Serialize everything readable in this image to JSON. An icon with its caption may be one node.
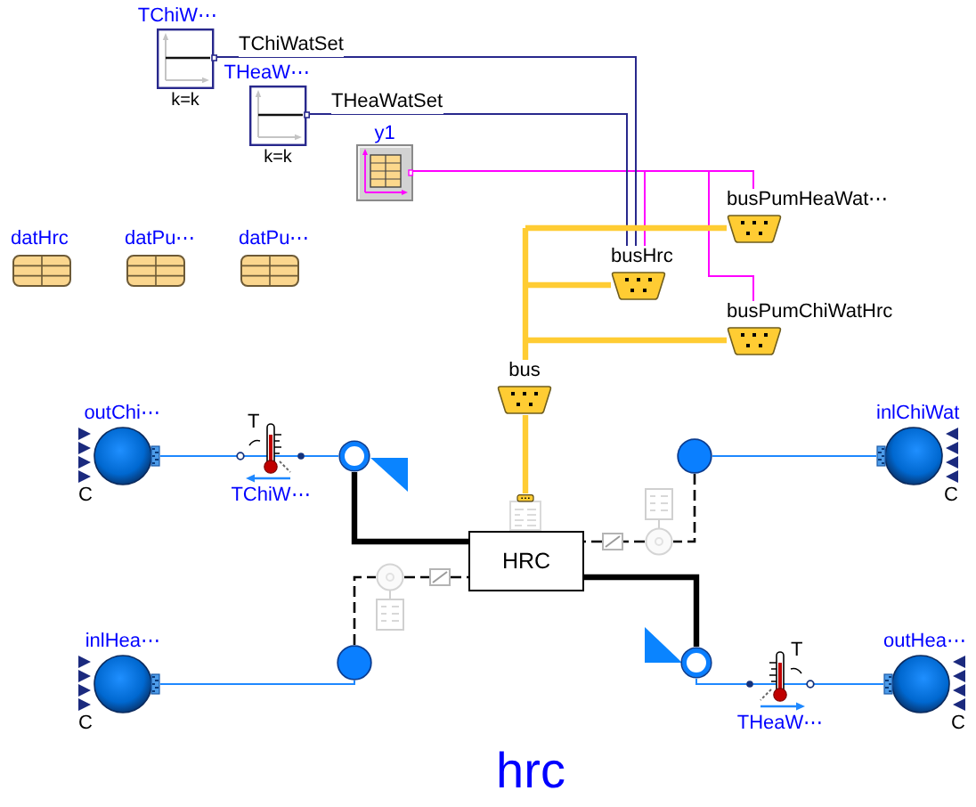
{
  "diagram": {
    "caption": "hrc",
    "nodes": [
      {
        "text": [
          "TChiW⋯",
          "k=k"
        ]
      },
      {
        "text": [
          "THeaW⋯",
          "k=k"
        ]
      },
      {
        "text": [
          "y1"
        ]
      },
      {
        "text": [
          "datHrc"
        ]
      },
      {
        "text": [
          "datPu⋯"
        ]
      },
      {
        "text": [
          "datPu⋯"
        ]
      },
      {
        "text": [
          "busPumHeaWat⋯"
        ]
      },
      {
        "text": [
          "busHrc"
        ]
      },
      {
        "text": [
          "busPumChiWatHrc"
        ]
      },
      {
        "text": [
          "bus"
        ]
      },
      {
        "text": [
          "outChi⋯",
          "C"
        ]
      },
      {
        "text": [
          "T",
          "TChiW⋯"
        ]
      },
      {
        "text": [],
        "shape": "circle"
      },
      {
        "text": [],
        "shape": "circle"
      },
      {
        "text": [
          "inlChiWat",
          "C"
        ]
      },
      {
        "text": [],
        "shape": "picture"
      },
      {
        "text": [
          "HRC"
        ]
      },
      {
        "text": [],
        "shape": "picture"
      },
      {
        "text": [],
        "shape": "picture"
      },
      {
        "text": [],
        "shape": "picture"
      },
      {
        "text": [],
        "shape": "picture"
      },
      {
        "text": [
          "inlHea⋯",
          "C"
        ]
      },
      {
        "text": [],
        "shape": "circle"
      },
      {
        "text": [],
        "shape": "circle"
      },
      {
        "text": [
          "T",
          "THeaW⋯"
        ]
      },
      {
        "text": [
          "outHea⋯",
          "C"
        ]
      }
    ],
    "edges": [
      {
        "from": 0,
        "to": 7,
        "arrow": "none",
        "label": "TChiWatSet",
        "color": "#28288c"
      },
      {
        "from": 1,
        "to": 7,
        "arrow": "none",
        "label": "THeaWatSet",
        "color": "#28288c"
      },
      {
        "from": 2,
        "to": 7,
        "arrow": "none",
        "color": "#ff00ff"
      },
      {
        "from": 2,
        "to": 6,
        "arrow": "none",
        "color": "#ff00ff"
      },
      {
        "from": 2,
        "to": 8,
        "arrow": "none",
        "color": "#ff00ff"
      },
      {
        "from": 9,
        "to": 6,
        "arrow": "none",
        "style": "thick",
        "color": "#ffcc33"
      },
      {
        "from": 9,
        "to": 7,
        "arrow": "none",
        "style": "thick",
        "color": "#ffcc33"
      },
      {
        "from": 9,
        "to": 8,
        "arrow": "none",
        "style": "thick",
        "color": "#ffcc33"
      },
      {
        "from": 9,
        "to": 15,
        "arrow": "none",
        "style": "thick",
        "color": "#ffcc33"
      },
      {
        "from": 10,
        "to": 11,
        "arrow": "none",
        "color": "#1e88ff"
      },
      {
        "from": 11,
        "to": 12,
        "arrow": "none",
        "color": "#1e88ff"
      },
      {
        "from": 12,
        "to": 16,
        "arrow": "none",
        "style": "thick"
      },
      {
        "from": 13,
        "to": 14,
        "arrow": "none",
        "color": "#1e88ff"
      },
      {
        "from": 13,
        "to": 18,
        "arrow": "none",
        "style": "dashed"
      },
      {
        "from": 18,
        "to": 17,
        "arrow": "none",
        "style": "dashed"
      },
      {
        "from": 17,
        "to": 16,
        "arrow": "none",
        "style": "dashed"
      },
      {
        "from": 22,
        "to": 19,
        "arrow": "none",
        "style": "dashed"
      },
      {
        "from": 19,
        "to": 20,
        "arrow": "none",
        "style": "dashed"
      },
      {
        "from": 20,
        "to": 16,
        "arrow": "none",
        "style": "dashed"
      },
      {
        "from": 21,
        "to": 22,
        "arrow": "none",
        "color": "#1e88ff"
      },
      {
        "from": 16,
        "to": 23,
        "arrow": "none",
        "style": "thick"
      },
      {
        "from": 23,
        "to": 24,
        "arrow": "none",
        "color": "#1e88ff"
      },
      {
        "from": 24,
        "to": 25,
        "arrow": "none",
        "color": "#1e88ff"
      }
    ]
  }
}
